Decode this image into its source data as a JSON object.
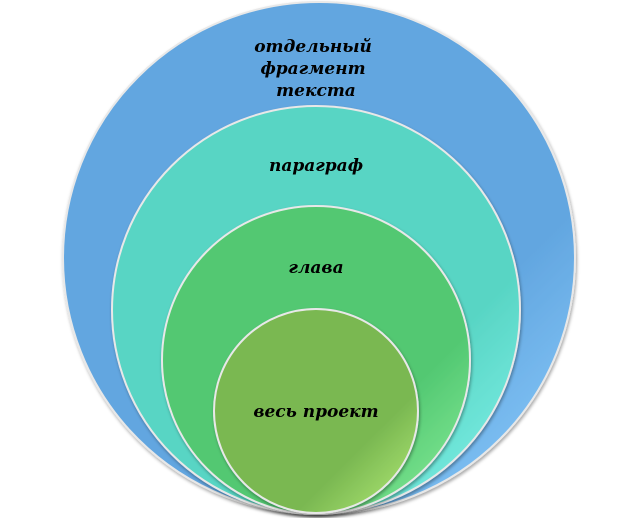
{
  "diagram": {
    "levels": [
      {
        "label_lines": [
          "отдельный",
          "фрагмент",
          "текста"
        ],
        "color": "#62a6e0",
        "edge": "#8fd0ff"
      },
      {
        "label_lines": [
          "параграф"
        ],
        "color": "#58d5c4",
        "edge": "#86f5ee"
      },
      {
        "label_lines": [
          "глава"
        ],
        "color": "#52c872",
        "edge": "#8ef09c"
      },
      {
        "label_lines": [
          "весь проект"
        ],
        "color": "#7ab851",
        "edge": "#b6ee7a"
      }
    ]
  }
}
